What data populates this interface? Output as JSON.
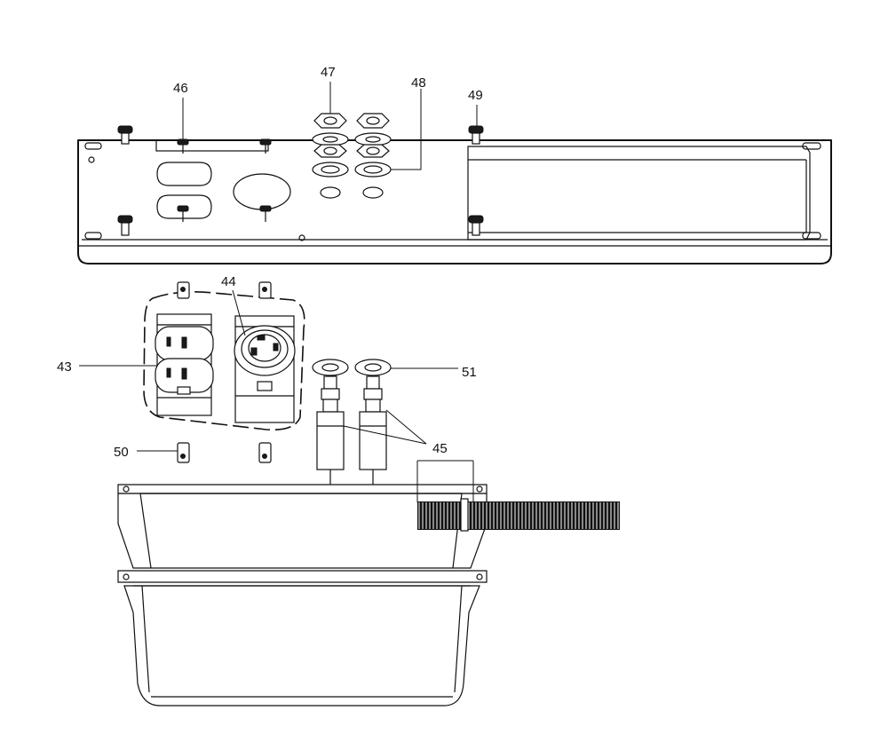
{
  "callouts": {
    "c43": "43",
    "c44": "44",
    "c45": "45",
    "c46": "46",
    "c47": "47",
    "c48": "48",
    "c49": "49",
    "c50": "50",
    "c51": "51"
  }
}
